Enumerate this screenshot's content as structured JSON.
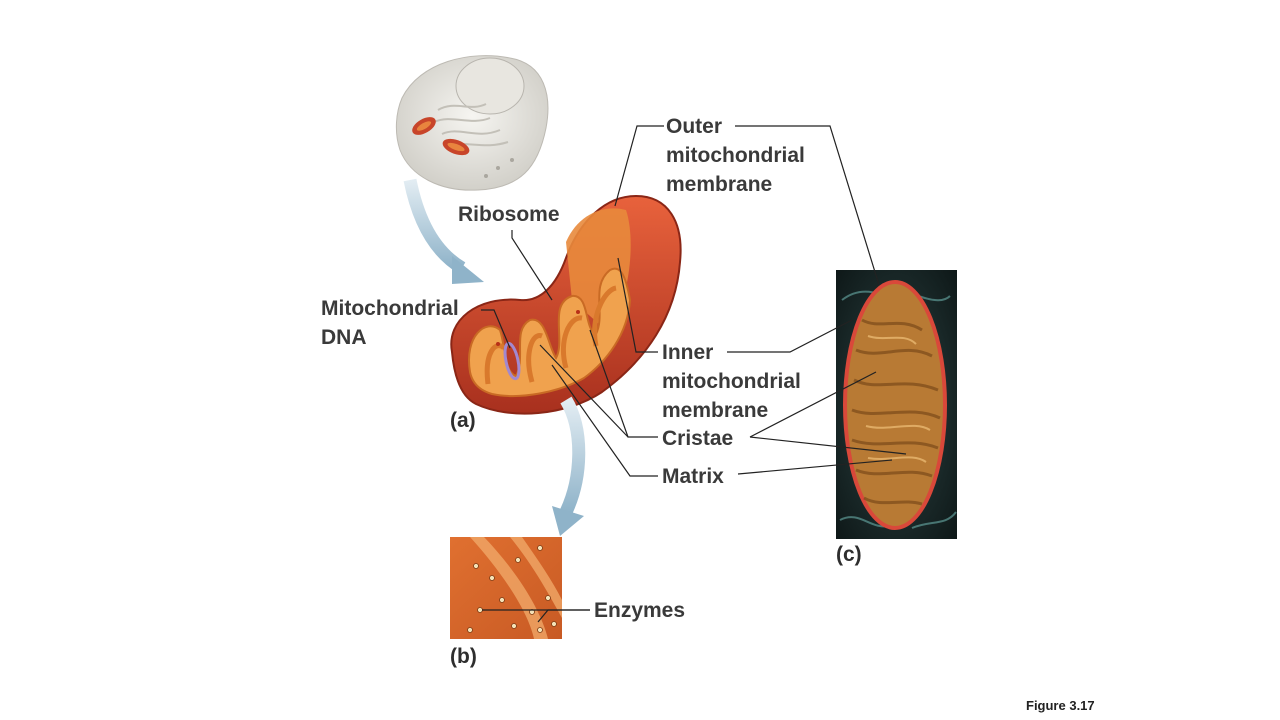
{
  "labels": {
    "outer_membrane": [
      "Outer",
      "mitochondrial",
      "membrane"
    ],
    "ribosome": "Ribosome",
    "mitochondrial_dna": [
      "Mitochondrial",
      "DNA"
    ],
    "inner_membrane": [
      "Inner",
      "mitochondrial",
      "membrane"
    ],
    "cristae": "Cristae",
    "matrix": "Matrix",
    "enzymes": "Enzymes"
  },
  "panels": {
    "a": "(a)",
    "b": "(b)",
    "c": "(c)"
  },
  "figure_number": "Figure 3.17",
  "colors": {
    "outer_membrane": "#c8402a",
    "inner_fold": "#f0a24e",
    "matrix": "#e07a36",
    "arrow": "#9fc0d4",
    "micrograph_bg": "#1c2a2a",
    "micrograph_body": "#b87a34",
    "leader_line": "#222222"
  }
}
